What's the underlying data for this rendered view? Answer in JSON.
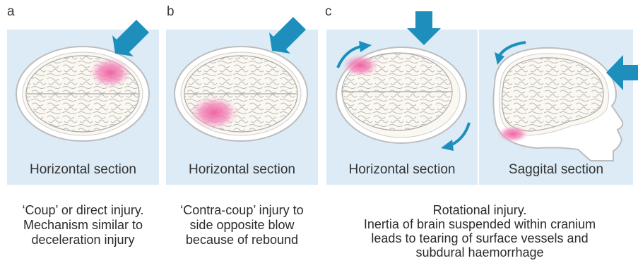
{
  "panels": [
    {
      "letter": "a",
      "section": "Horizontal section",
      "description": [
        "‘Coup’ or direct injury.",
        "Mechanism similar to",
        "deceleration injury"
      ]
    },
    {
      "letter": "b",
      "section": "Horizontal section",
      "description": [
        "‘Contra-coup’ injury to",
        "side opposite blow",
        "because of rebound"
      ]
    },
    {
      "letter": "c",
      "sections": [
        "Horizontal section",
        "Saggital section"
      ],
      "description": [
        "Rotational injury.",
        "Inertia of brain suspended within cranium",
        "leads to tearing of surface vessels and",
        "subdural haemorrhage"
      ]
    }
  ],
  "colors": {
    "arrow": "#1e8fbd",
    "bruise": "#ee6fa8",
    "panel_bg": "#dcebf5"
  }
}
